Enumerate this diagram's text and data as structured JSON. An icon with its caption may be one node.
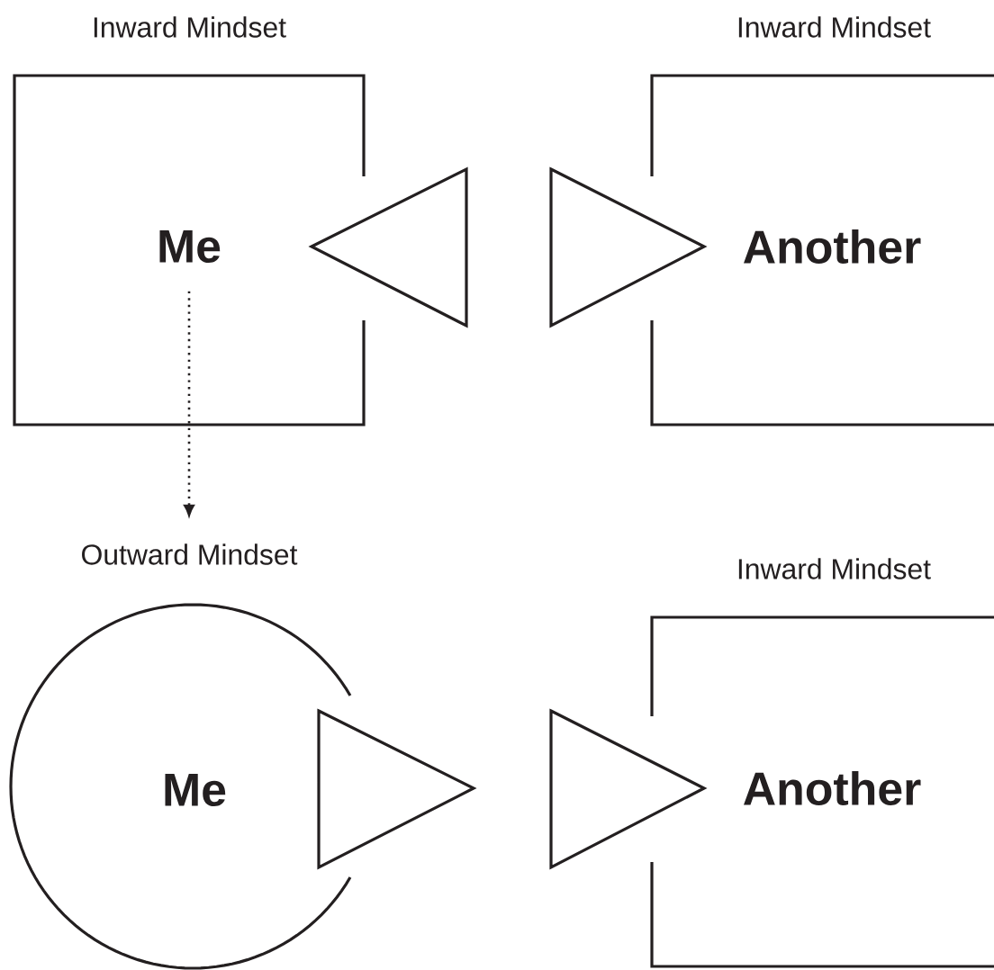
{
  "diagram": {
    "nodes": [
      {
        "text": [
          "Inward Mindset",
          "Me"
        ]
      },
      {
        "text": [],
        "shape": "triangle"
      },
      {
        "text": [],
        "shape": "triangle"
      },
      {
        "text": [
          "Inward Mindset",
          "Another"
        ]
      },
      {
        "text": [
          "Outward Mindset",
          "Me"
        ]
      },
      {
        "text": [],
        "shape": "triangle"
      },
      {
        "text": [],
        "shape": "triangle"
      },
      {
        "text": [
          "Inward Mindset",
          "Another"
        ]
      }
    ],
    "edges": [
      {
        "from": 0,
        "to": 4,
        "arrow": "to",
        "style": "dashed"
      }
    ]
  }
}
